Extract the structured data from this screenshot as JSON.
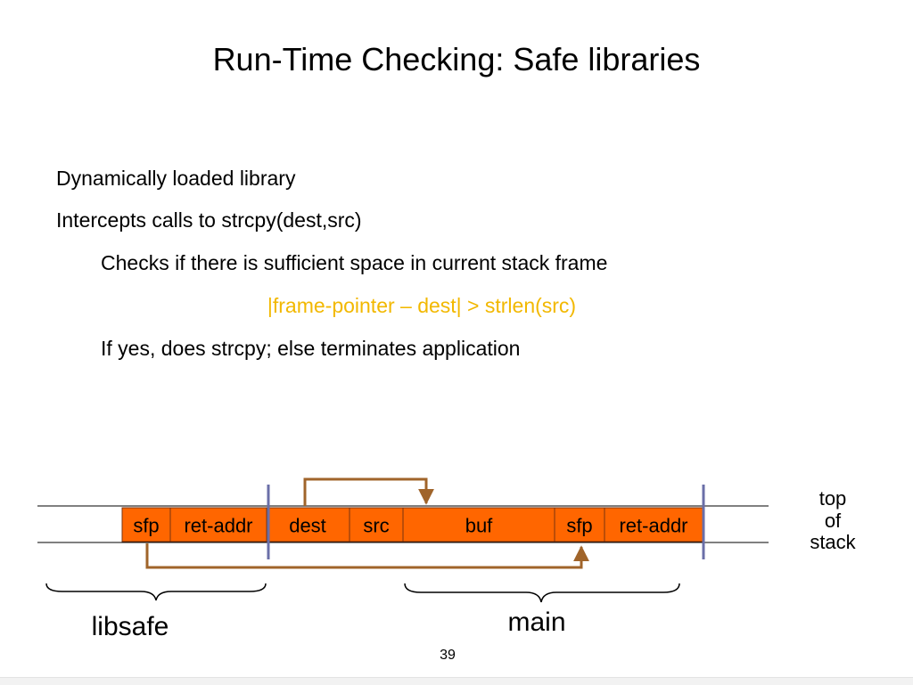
{
  "slide": {
    "title": "Run-Time Checking: Safe libraries",
    "bullets": [
      "Dynamically loaded library",
      "Intercepts calls to strcpy(dest,src)",
      "Checks if there is sufficient space in current stack frame",
      "|frame-pointer – dest| > strlen(src)",
      "If yes, does strcpy; else terminates application"
    ],
    "page_number": "39"
  },
  "diagram": {
    "cells": [
      "sfp",
      "ret-addr",
      "dest",
      "src",
      "buf",
      "sfp",
      "ret-addr"
    ],
    "top_of_stack": [
      "top",
      "of",
      "stack"
    ],
    "braces": {
      "left": "libsafe",
      "right": "main"
    },
    "colors": {
      "cell_fill": "#ff6600",
      "cell_border": "#7a3410",
      "arrow": "#a0642a",
      "separator": "#6b6fa8",
      "line": "#000000",
      "formula": "#f2b800"
    }
  }
}
